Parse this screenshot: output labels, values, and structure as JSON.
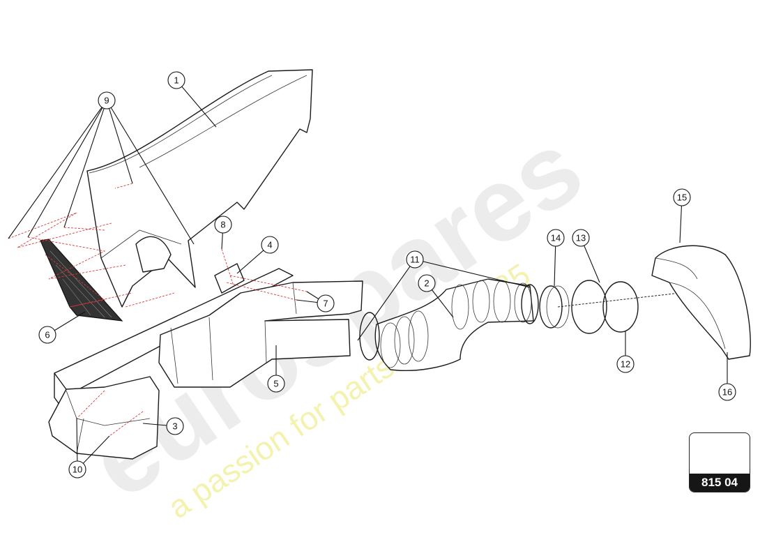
{
  "diagram": {
    "reference_code": "815 04",
    "watermark": {
      "brand": "eurospares",
      "tagline": "a passion for parts since 1985"
    },
    "callouts": [
      {
        "id": "1",
        "label": "1"
      },
      {
        "id": "2",
        "label": "2"
      },
      {
        "id": "3",
        "label": "3"
      },
      {
        "id": "4",
        "label": "4"
      },
      {
        "id": "5",
        "label": "5"
      },
      {
        "id": "6",
        "label": "6"
      },
      {
        "id": "7",
        "label": "7"
      },
      {
        "id": "8",
        "label": "8"
      },
      {
        "id": "9",
        "label": "9"
      },
      {
        "id": "10",
        "label": "10"
      },
      {
        "id": "11",
        "label": "11"
      },
      {
        "id": "12",
        "label": "12"
      },
      {
        "id": "13",
        "label": "13"
      },
      {
        "id": "14",
        "label": "14"
      },
      {
        "id": "15",
        "label": "15"
      },
      {
        "id": "16",
        "label": "16"
      }
    ],
    "colors": {
      "fastener_dashes": "#d9383a",
      "ink": "#111111",
      "watermark_brand": "#e6e6e6",
      "watermark_tagline": "#f1ef9a"
    }
  }
}
